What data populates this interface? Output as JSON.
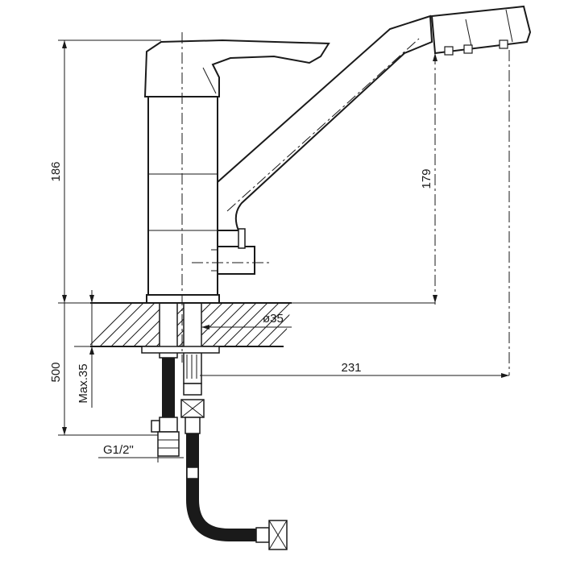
{
  "dimensions": {
    "overall_height": "186",
    "spout_height": "179",
    "spout_reach": "231",
    "hose_length": "500",
    "max_mount_thickness": "Max.35",
    "mount_hole_diameter": "ø35",
    "thread_size": "G1/2\""
  }
}
